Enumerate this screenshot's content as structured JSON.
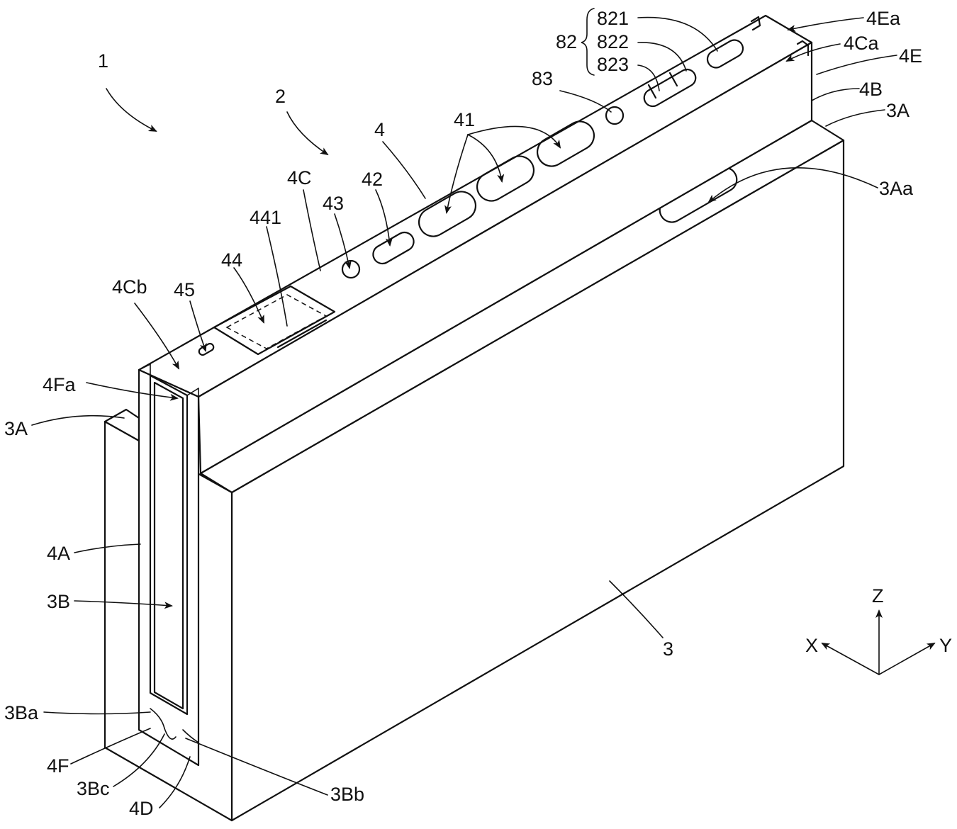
{
  "labels": {
    "l_1": "1",
    "l_2": "2",
    "l_4": "4",
    "l_41": "41",
    "l_42": "42",
    "l_43": "43",
    "l_44": "44",
    "l_441": "441",
    "l_45": "45",
    "l_4C": "4C",
    "l_4Cb": "4Cb",
    "l_4Fa": "4Fa",
    "l_3A_left": "3A",
    "l_4A": "4A",
    "l_3B": "3B",
    "l_3Ba": "3Ba",
    "l_4F": "4F",
    "l_3Bc": "3Bc",
    "l_4D": "4D",
    "l_3Bb": "3Bb",
    "l_3": "3",
    "l_3Aa": "3Aa",
    "l_3A_right": "3A",
    "l_4B": "4B",
    "l_4E": "4E",
    "l_4Ca": "4Ca",
    "l_4Ea": "4Ea",
    "l_83": "83",
    "l_82": "82",
    "l_821": "821",
    "l_822": "822",
    "l_823": "823"
  },
  "axes": {
    "z": "Z",
    "x": "X",
    "y": "Y"
  }
}
